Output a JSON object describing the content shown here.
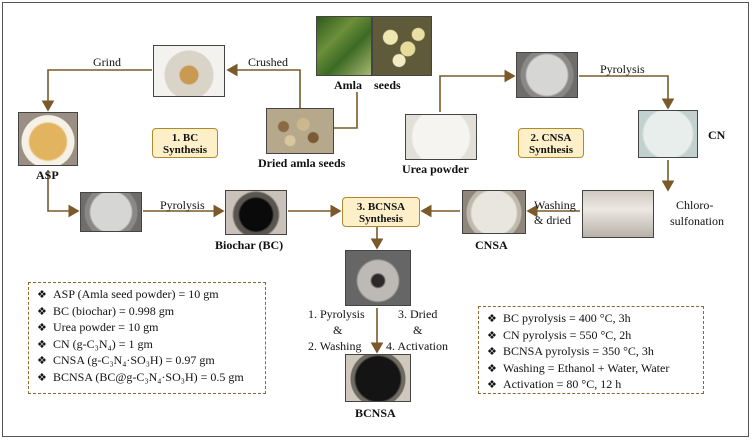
{
  "labels": {
    "amla_a": "Amla",
    "amla_b": "seeds",
    "crushed": "Crushed",
    "grind": "Grind",
    "asp": "ASP",
    "dried_amla": "Dried amla seeds",
    "pyrolysis_bc": "Pyrolysis",
    "biochar": "Biochar (BC)",
    "urea": "Urea powder",
    "pyrolysis_cn": "Pyrolysis",
    "cn": "CN",
    "chloro_1": "Chloro-",
    "chloro_2": "sulfonation",
    "washing_1": "Washing",
    "washing_2": "& dried",
    "cnsa": "CNSA",
    "step_left_1": "1. Pyrolysis",
    "step_left_2": "&",
    "step_left_3": "2. Washing",
    "step_right_1": "3. Dried",
    "step_right_2": "&",
    "step_right_3": "4. Activation",
    "bcnsa": "BCNSA"
  },
  "boxes": {
    "bc_1": "1. BC",
    "bc_2": "Synthesis",
    "cnsa_1": "2. CNSA",
    "cnsa_2": "Synthesis",
    "bcnsa_1": "3. BCNSA",
    "bcnsa_2": "Synthesis"
  },
  "quantities": [
    "ASP (Amla seed powder) = 10 gm",
    "BC (biochar) = 0.998 gm",
    "Urea powder = 10 gm",
    "CN (g-C₃N₄) = 1 gm",
    "CNSA (g-C₃N₄·SO₃H) = 0.97 gm",
    "BCNSA (BC@g-C₃N₄·SO₃H) = 0.5 gm"
  ],
  "conditions": [
    "BC pyrolysis = 400 °C, 3h",
    "CN pyrolysis = 550 °C, 2h",
    "BCNSA pyrolysis = 350 °C, 3h",
    "Washing = Ethanol + Water, Water",
    "Activation = 80 °C, 12 h"
  ],
  "bullet_symbol": "❖",
  "colors": {
    "box_fill": "#fdf0c8",
    "box_border": "#b08a2a",
    "arrow": "#7a5a2a"
  }
}
